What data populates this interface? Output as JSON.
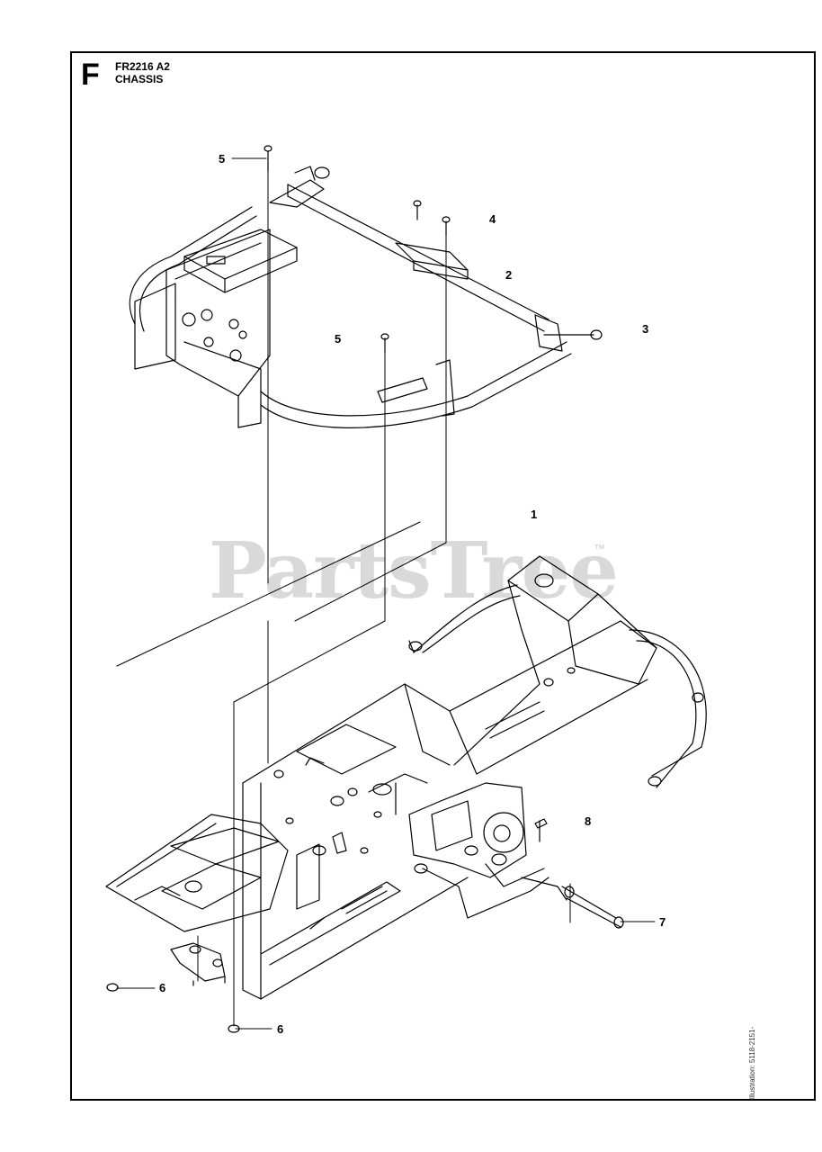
{
  "header": {
    "section_letter": "F",
    "model": "FR2216 A2",
    "title": "CHASSIS"
  },
  "watermark": {
    "text": "PartsTree",
    "tm": "™"
  },
  "doc_ref": "Illustration: 5118-2151-",
  "callouts": {
    "c5_top": "5",
    "c4": "4",
    "c2": "2",
    "c3": "3",
    "c5_mid": "5",
    "c1": "1",
    "c8": "8",
    "c7": "7",
    "c6_left": "6",
    "c6_bottom": "6"
  }
}
